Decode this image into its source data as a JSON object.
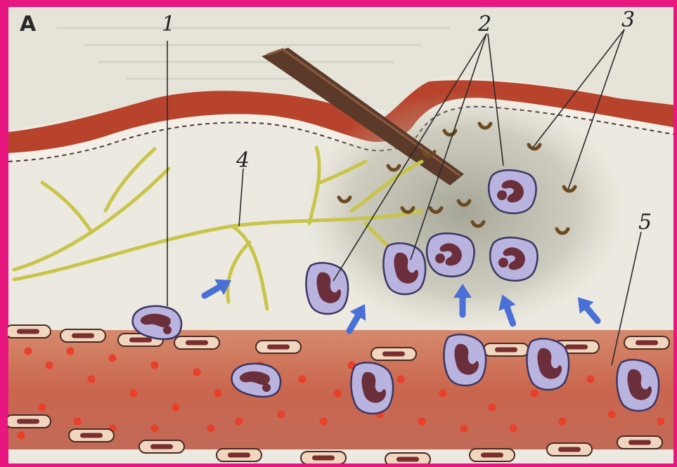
{
  "figure": {
    "panel_letter": "А",
    "labels": [
      {
        "id": "1",
        "text": "1"
      },
      {
        "id": "2",
        "text": "2"
      },
      {
        "id": "3",
        "text": "3"
      },
      {
        "id": "4",
        "text": "4"
      },
      {
        "id": "5",
        "text": "5"
      }
    ]
  },
  "colors": {
    "border": "#e8177f",
    "epidermis": "#b8432c",
    "tissue": "#ece6d6",
    "vessel": "#c9745c",
    "rbc": "#e8402a",
    "leukocyte": "#b9b3e0",
    "nucleus": "#6b2f3c",
    "nerve": "#c9c44a",
    "arrow": "#4a6fd6",
    "splinter": "#5b3a2a"
  }
}
